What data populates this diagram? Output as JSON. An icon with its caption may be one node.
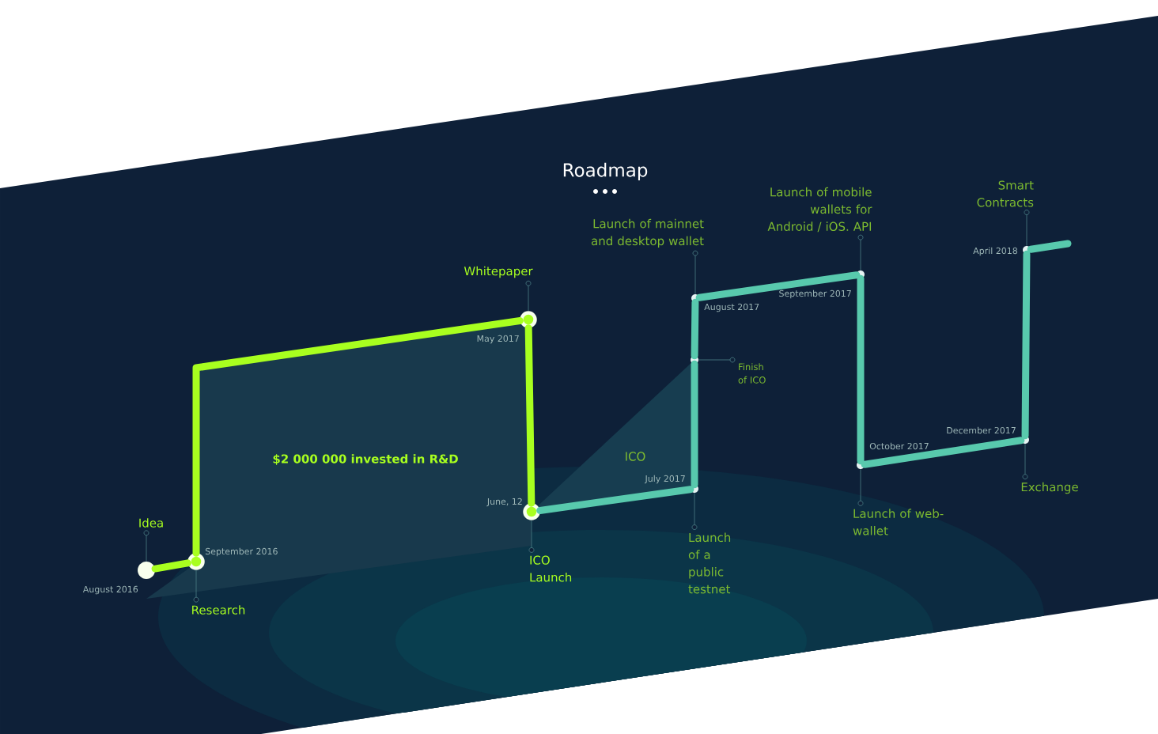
{
  "diagram": {
    "title": "Roadmap",
    "nodes": [
      {
        "text": [],
        "shape": "circle",
        "beside": [
          "August 2016"
        ]
      },
      {
        "text": [],
        "shape": "circle",
        "beside": [
          "September 2016"
        ]
      },
      {
        "text": [],
        "shape": "circle",
        "beside": [
          "May 2017"
        ]
      },
      {
        "text": [],
        "shape": "circle",
        "beside": [
          "June, 12"
        ]
      },
      {
        "text": [],
        "shape": "circle",
        "beside": [
          "July 2017"
        ]
      },
      {
        "text": [],
        "shape": "circle"
      },
      {
        "text": [],
        "shape": "circle",
        "beside": [
          "August 2017"
        ]
      },
      {
        "text": [],
        "shape": "circle",
        "beside": [
          "September 2017"
        ]
      },
      {
        "text": [],
        "shape": "circle",
        "beside": [
          "October 2017"
        ]
      },
      {
        "text": [],
        "shape": "circle",
        "beside": [
          "December 2017"
        ]
      },
      {
        "text": [],
        "shape": "circle",
        "beside": [
          "April 2018"
        ]
      },
      {
        "text": [
          "Idea"
        ]
      },
      {
        "text": [
          "Research"
        ]
      },
      {
        "text": [
          "Whitepaper"
        ]
      },
      {
        "text": [
          "ICO Launch"
        ]
      },
      {
        "text": [
          "Launch of a public testnet"
        ]
      },
      {
        "text": [
          "Finish of ICO"
        ]
      },
      {
        "text": [
          "Launch of mainnet and desktop wallet"
        ]
      },
      {
        "text": [
          "Launch of mobile wallets for Android / iOS. API"
        ]
      },
      {
        "text": [
          "Launch of web-wallet"
        ]
      },
      {
        "text": [
          "Exchange"
        ]
      },
      {
        "text": [
          "Smart Contracts"
        ]
      }
    ],
    "edges": [
      {
        "from": 0,
        "to": 1,
        "arrow": "none",
        "style": "thick",
        "color": "#a8ff1f"
      },
      {
        "from": 1,
        "to": 2,
        "arrow": "none",
        "style": "thick",
        "color": "#a8ff1f"
      },
      {
        "from": 2,
        "to": 3,
        "arrow": "none",
        "style": "thick",
        "color": "#a8ff1f"
      },
      {
        "from": 3,
        "to": 4,
        "arrow": "none",
        "style": "thick",
        "color": "#58c9ad"
      },
      {
        "from": 4,
        "to": 5,
        "arrow": "none",
        "style": "thick",
        "color": "#58c9ad"
      },
      {
        "from": 5,
        "to": 6,
        "arrow": "none",
        "style": "thick",
        "color": "#58c9ad"
      },
      {
        "from": 6,
        "to": 7,
        "arrow": "none",
        "style": "thick",
        "color": "#58c9ad"
      },
      {
        "from": 7,
        "to": 8,
        "arrow": "none",
        "style": "thick",
        "color": "#58c9ad"
      },
      {
        "from": 8,
        "to": 9,
        "arrow": "none",
        "style": "thick",
        "color": "#58c9ad"
      },
      {
        "from": 9,
        "to": 10,
        "arrow": "none",
        "style": "thick",
        "color": "#58c9ad"
      },
      {
        "from": 10,
        "to": null,
        "arrow": "none",
        "style": "thick",
        "color": "#58c9ad"
      },
      {
        "from": 11,
        "to": 0,
        "arrow": "none"
      },
      {
        "from": 12,
        "to": 1,
        "arrow": "none"
      },
      {
        "from": 13,
        "to": 2,
        "arrow": "none"
      },
      {
        "from": 14,
        "to": 3,
        "arrow": "none"
      },
      {
        "from": 15,
        "to": 4,
        "arrow": "none"
      },
      {
        "from": 16,
        "to": 5,
        "arrow": "none"
      },
      {
        "from": 17,
        "to": 6,
        "arrow": "none"
      },
      {
        "from": 18,
        "to": 7,
        "arrow": "none"
      },
      {
        "from": 19,
        "to": 8,
        "arrow": "none"
      },
      {
        "from": 20,
        "to": 9,
        "arrow": "none"
      },
      {
        "from": 21,
        "to": 10,
        "arrow": "none"
      }
    ],
    "labels": [
      "$2 000 000 invested in R&D",
      "ICO"
    ]
  }
}
